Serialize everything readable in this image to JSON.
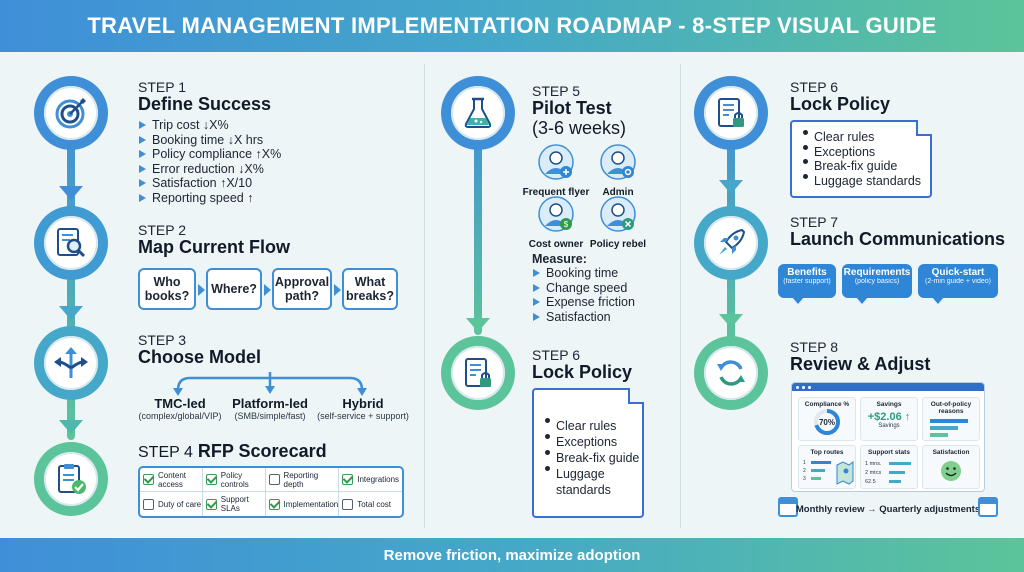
{
  "header": {
    "title": "TRAVEL MANAGEMENT IMPLEMENTATION ROADMAP - 8-STEP VISUAL GUIDE"
  },
  "footer": {
    "text": "Remove friction, maximize adoption"
  },
  "colors": {
    "blue": "#3f8fd8",
    "teal": "#45a8c8",
    "green": "#5cc49a",
    "dark_blue": "#2f86d6"
  },
  "step1": {
    "num": "STEP 1",
    "title": "Define Success",
    "icon": "target-icon",
    "bullets": [
      "Trip cost ↓X%",
      "Booking time ↓X hrs",
      "Policy compliance ↑X%",
      "Error reduction ↓X%",
      "Satisfaction ↑X/10",
      "Reporting speed ↑"
    ]
  },
  "step2": {
    "num": "STEP 2",
    "title": "Map Current Flow",
    "icon": "document-search-icon",
    "boxes": [
      "Who books?",
      "Where?",
      "Approval path?",
      "What breaks?"
    ]
  },
  "step3": {
    "num": "STEP 3",
    "title": "Choose Model",
    "icon": "split-arrows-icon",
    "models": [
      {
        "title": "TMC-led",
        "sub": "(complex/global/VIP)"
      },
      {
        "title": "Platform-led",
        "sub": "(SMB/simple/fast)"
      },
      {
        "title": "Hybrid",
        "sub": "(self-service + support)"
      }
    ]
  },
  "step4": {
    "num": "STEP 4",
    "title": "RFP Scorecard",
    "icon": "clipboard-check-icon",
    "items": [
      {
        "label": "Content access",
        "checked": true
      },
      {
        "label": "Policy controls",
        "checked": true
      },
      {
        "label": "Reporting depth",
        "checked": false
      },
      {
        "label": "Integrations",
        "checked": true
      },
      {
        "label": "Duty of care",
        "checked": false
      },
      {
        "label": "Support SLAs",
        "checked": true
      },
      {
        "label": "Implementation",
        "checked": true
      },
      {
        "label": "Total cost",
        "checked": false
      }
    ]
  },
  "step5": {
    "num": "STEP 5",
    "title": "Pilot Test",
    "subtitle": "(3-6 weeks)",
    "icon": "flask-icon",
    "personas": [
      "Frequent flyer",
      "Admin",
      "Cost owner",
      "Policy rebel"
    ],
    "measure_label": "Measure:",
    "measures": [
      "Booking time",
      "Change speed",
      "Expense friction",
      "Satisfaction"
    ]
  },
  "step6_mid": {
    "num": "STEP 6",
    "title": "Lock Policy",
    "icon": "policy-lock-icon",
    "items": [
      "Clear rules",
      "Exceptions",
      "Break-fix guide",
      "Luggage standards"
    ]
  },
  "step6_right": {
    "num": "STEP 6",
    "title": "Lock Policy",
    "icon": "policy-lock-icon",
    "items": [
      "Clear rules",
      "Exceptions",
      "Break-fix guide",
      "Luggage standards"
    ]
  },
  "step7": {
    "num": "STEP 7",
    "title": "Launch Communications",
    "icon": "rocket-icon",
    "bubbles": [
      {
        "title": "Benefits",
        "sub": "(faster support)"
      },
      {
        "title": "Requirements",
        "sub": "(policy basics)"
      },
      {
        "title": "Quick-start",
        "sub": "(2-min guide + video)"
      }
    ]
  },
  "step8": {
    "num": "STEP 8",
    "title": "Review & Adjust",
    "icon": "refresh-cycle-icon",
    "dashboard": {
      "compliance_title": "Compliance %",
      "compliance_value": "70%",
      "compliance_fraction": 0.7,
      "savings_title": "Savings",
      "savings_value": "+$2.06 ↑",
      "savings_label": "Savings",
      "oop_title": "Out-of-policy reasons",
      "routes_title": "Top routes",
      "routes_marks": [
        "1",
        "2",
        "3"
      ],
      "support_title": "Support stats",
      "support_lines": [
        "1 mns.",
        "2 mtcs",
        "62.5"
      ],
      "satisfaction_title": "Satisfaction"
    },
    "cadence": "Monthly review → Quarterly adjustments"
  }
}
